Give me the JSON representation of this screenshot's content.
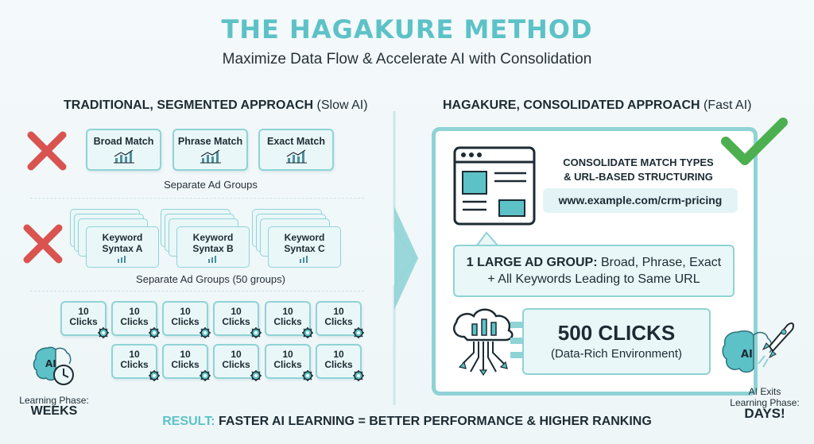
{
  "title": "THE HAGAKURE METHOD",
  "subtitle": "Maximize Data Flow & Accelerate AI with Consolidation",
  "left": {
    "heading_bold": "TRADITIONAL, SEGMENTED APPROACH",
    "heading_light": "(Slow AI)",
    "match_types": [
      "Broad Match",
      "Phrase Match",
      "Exact Match"
    ],
    "caption1": "Separate Ad Groups",
    "syntax": [
      {
        "line1": "Keyword",
        "line2": "Syntax A"
      },
      {
        "line1": "Keyword",
        "line2": "Syntax B"
      },
      {
        "line1": "Keyword",
        "line2": "Syntax C"
      }
    ],
    "caption2": "Separate Ad Groups (50 groups)",
    "click_line1": "10",
    "click_line2": "Clicks",
    "learning_label": "Learning Phase:",
    "learning_value": "WEEKS",
    "brain_label": "AI"
  },
  "right": {
    "heading_bold": "HAGAKURE, CONSOLIDATED APPROACH",
    "heading_light": "(Fast AI)",
    "consolidate_line1": "CONSOLIDATE MATCH TYPES",
    "consolidate_line2": "& URL-BASED STRUCTURING",
    "url": "www.example.com/crm-pricing",
    "adgroup_bold": "1 LARGE AD GROUP:",
    "adgroup_rest": "Broad, Phrase, Exact",
    "adgroup_line2": "+ All Keywords Leading to Same URL",
    "clicks_big": "500 CLICKS",
    "clicks_small": "(Data-Rich Environment)",
    "exit_line1": "AI Exits",
    "exit_line2": "Learning Phase:",
    "exit_value": "DAYS!",
    "brain_label": "AI"
  },
  "result": {
    "label": "RESULT:",
    "text": "FASTER AI LEARNING = BETTER PERFORMANCE & HIGHER RANKING"
  },
  "colors": {
    "accent": "#5cc2c7",
    "border": "#8fd3d6",
    "cross": "#d9534f",
    "check": "#4caf50",
    "text": "#1c2b33"
  }
}
